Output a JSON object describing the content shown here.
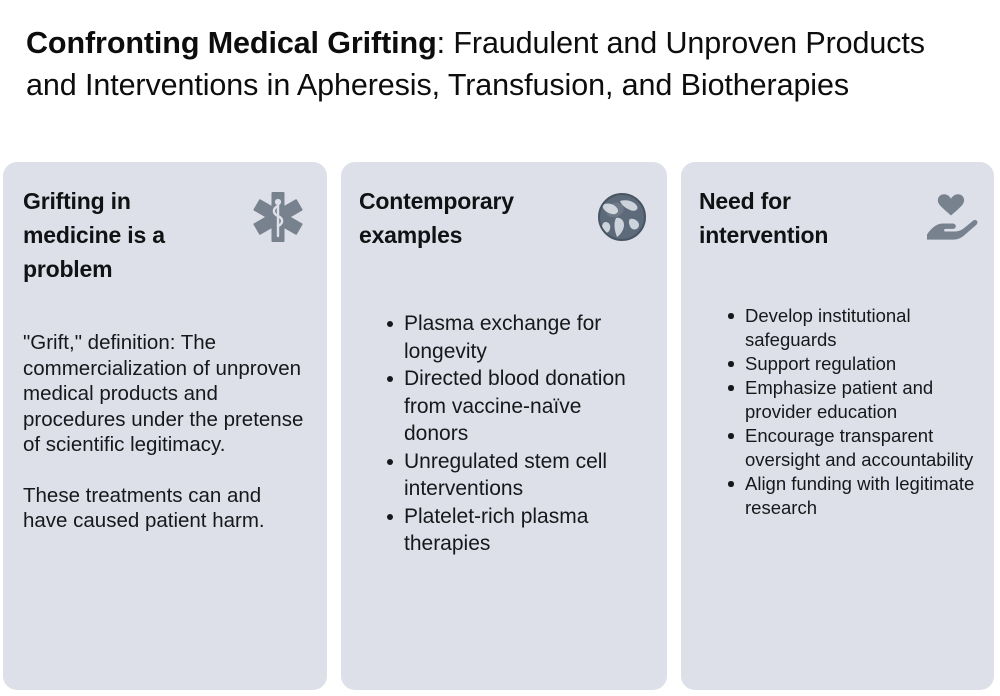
{
  "title": {
    "bold_part": "Confronting Medical Grifting",
    "rest_part": ": Fraudulent and Unproven Products and Interventions in Apheresis, Transfusion, and Biotherapies"
  },
  "colors": {
    "card_background": "#dde0e8",
    "page_background": "#ffffff",
    "icon": "#78828f",
    "text": "#16181c",
    "title_text": "#0d0d0d"
  },
  "cards": [
    {
      "id": "grifting-problem",
      "heading": "Grifting in medicine is a problem",
      "icon": "star-of-life-icon",
      "paragraphs": [
        "\"Grift,\" definition: The commercialization of unproven medical products and procedures under the pretense of scientific legitimacy.",
        "These treatments can and have caused patient harm."
      ],
      "bullets": []
    },
    {
      "id": "contemporary-examples",
      "heading": "Contemporary examples",
      "icon": "globe-icon",
      "paragraphs": [],
      "bullets": [
        "Plasma exchange for longevity",
        "Directed blood donation from vaccine-naïve donors",
        "Unregulated stem cell interventions",
        "Platelet-rich plasma therapies"
      ]
    },
    {
      "id": "need-for-intervention",
      "heading": "Need for intervention",
      "icon": "heart-in-hand-icon",
      "paragraphs": [],
      "bullets": [
        "Develop institutional safeguards",
        "Support regulation",
        "Emphasize patient and provider education",
        "Encourage transparent oversight and accountability",
        "Align funding with legitimate research"
      ]
    }
  ]
}
